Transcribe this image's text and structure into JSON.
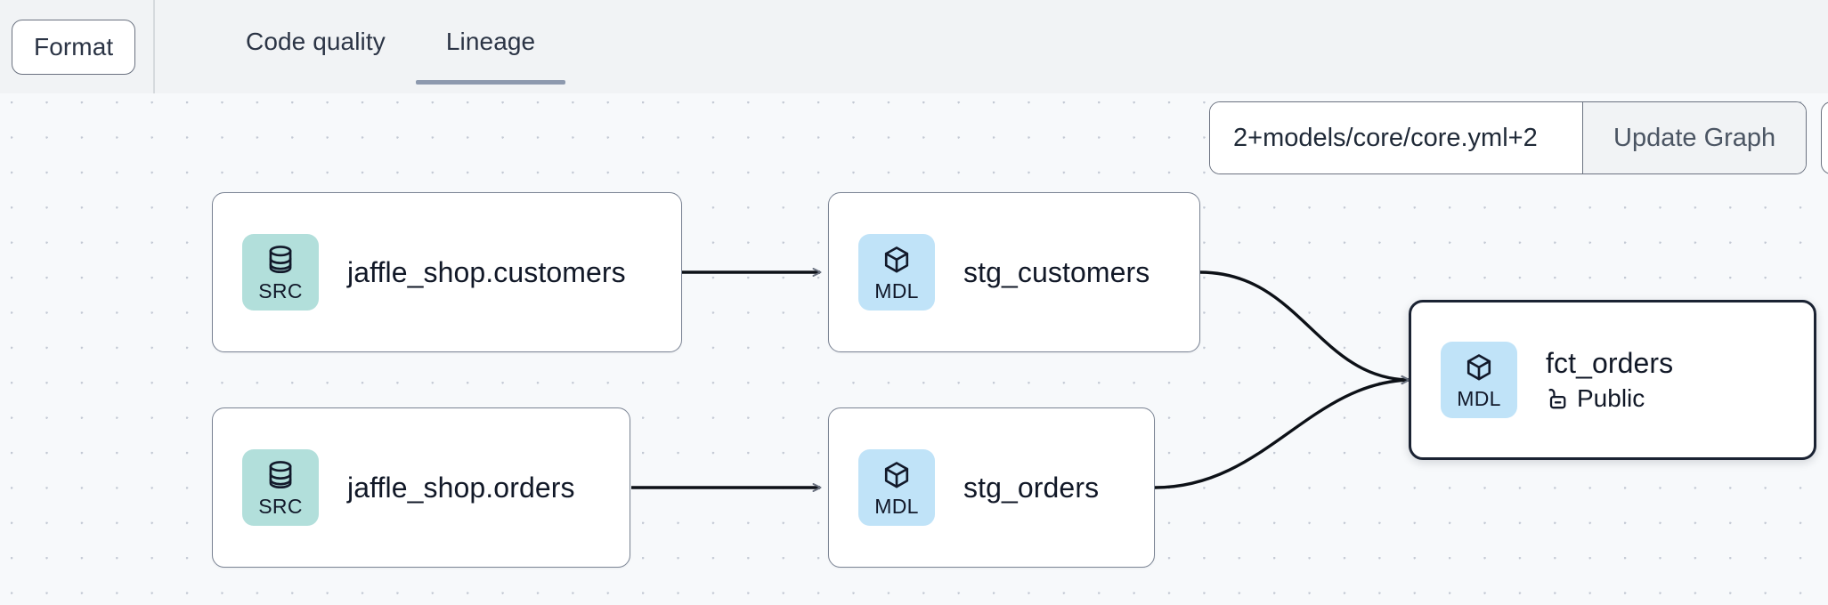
{
  "toolbar": {
    "format_label": "Format",
    "tabs": [
      {
        "label": "Code quality",
        "active": false
      },
      {
        "label": "Lineage",
        "active": true
      }
    ]
  },
  "graph_controls": {
    "selector_value": "2+models/core/core.yml+2",
    "selector_placeholder": "2+models/core/core.yml+2",
    "update_graph_label": "Update Graph"
  },
  "lineage": {
    "nodes": [
      {
        "id": "jaffle_shop_customers",
        "title": "jaffle_shop.customers",
        "badge_text": "SRC",
        "badge_kind": "src",
        "badge_icon": "database-icon",
        "selected": false,
        "subtitle": null,
        "subtitle_icon": null
      },
      {
        "id": "jaffle_shop_orders",
        "title": "jaffle_shop.orders",
        "badge_text": "SRC",
        "badge_kind": "src",
        "badge_icon": "database-icon",
        "selected": false,
        "subtitle": null,
        "subtitle_icon": null
      },
      {
        "id": "stg_customers",
        "title": "stg_customers",
        "badge_text": "MDL",
        "badge_kind": "mdl",
        "badge_icon": "cube-icon",
        "selected": false,
        "subtitle": null,
        "subtitle_icon": null
      },
      {
        "id": "stg_orders",
        "title": "stg_orders",
        "badge_text": "MDL",
        "badge_kind": "mdl",
        "badge_icon": "cube-icon",
        "selected": false,
        "subtitle": null,
        "subtitle_icon": null
      },
      {
        "id": "fct_orders",
        "title": "fct_orders",
        "badge_text": "MDL",
        "badge_kind": "mdl",
        "badge_icon": "cube-icon",
        "selected": true,
        "subtitle": "Public",
        "subtitle_icon": "unlock-icon"
      }
    ],
    "edges": [
      {
        "from": "jaffle_shop_customers",
        "to": "stg_customers",
        "style": "straight"
      },
      {
        "from": "jaffle_shop_orders",
        "to": "stg_orders",
        "style": "straight"
      },
      {
        "from": "stg_customers",
        "to": "fct_orders",
        "style": "curve"
      },
      {
        "from": "stg_orders",
        "to": "fct_orders",
        "style": "curve"
      }
    ]
  },
  "colors": {
    "src_badge": "#b2dfdb",
    "mdl_badge": "#c0e3f8",
    "canvas_bg": "#f7f9fb",
    "toolbar_bg": "#f1f3f5",
    "tab_underline": "#8d99ae",
    "node_border": "#7b8494",
    "selected_border": "#1b2333",
    "edge": "#0d1117"
  }
}
